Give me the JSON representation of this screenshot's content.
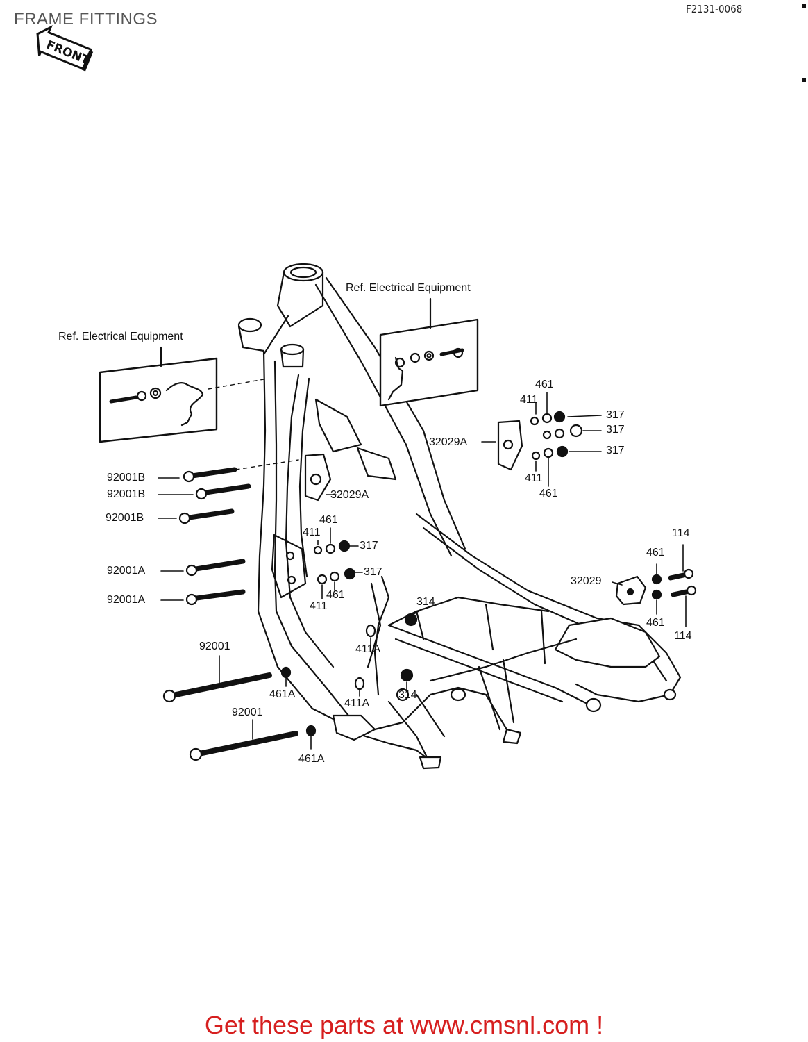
{
  "header": {
    "title": "FRAME FITTINGS",
    "figure_code": "F2131-0068",
    "front_badge": "FRONT"
  },
  "refs": {
    "left": "Ref.  Electrical Equipment",
    "right": "Ref.  Electrical Equipment"
  },
  "callouts": [
    {
      "id": "c1",
      "text": "461"
    },
    {
      "id": "c2",
      "text": "411"
    },
    {
      "id": "c3",
      "text": "317"
    },
    {
      "id": "c4",
      "text": "317"
    },
    {
      "id": "c5",
      "text": "317"
    },
    {
      "id": "c6",
      "text": "32029A"
    },
    {
      "id": "c7",
      "text": "411"
    },
    {
      "id": "c8",
      "text": "461"
    },
    {
      "id": "c9",
      "text": "92001B"
    },
    {
      "id": "c10",
      "text": "92001B"
    },
    {
      "id": "c11",
      "text": "32029A"
    },
    {
      "id": "c12",
      "text": "92001B"
    },
    {
      "id": "c13",
      "text": "461"
    },
    {
      "id": "c14",
      "text": "411"
    },
    {
      "id": "c15",
      "text": "317"
    },
    {
      "id": "c16",
      "text": "92001A"
    },
    {
      "id": "c17",
      "text": "317"
    },
    {
      "id": "c18",
      "text": "461"
    },
    {
      "id": "c19",
      "text": "411"
    },
    {
      "id": "c20",
      "text": "92001A"
    },
    {
      "id": "c21",
      "text": "314"
    },
    {
      "id": "c22",
      "text": "114"
    },
    {
      "id": "c23",
      "text": "461"
    },
    {
      "id": "c24",
      "text": "32029"
    },
    {
      "id": "c25",
      "text": "461"
    },
    {
      "id": "c26",
      "text": "114"
    },
    {
      "id": "c27",
      "text": "92001"
    },
    {
      "id": "c28",
      "text": "411A"
    },
    {
      "id": "c29",
      "text": "461A"
    },
    {
      "id": "c30",
      "text": "411A"
    },
    {
      "id": "c31",
      "text": "314"
    },
    {
      "id": "c32",
      "text": "92001"
    },
    {
      "id": "c33",
      "text": "461A"
    }
  ],
  "footer": {
    "text": "Get these parts at www.cmsnl.com !",
    "color": "#d61f1f"
  }
}
